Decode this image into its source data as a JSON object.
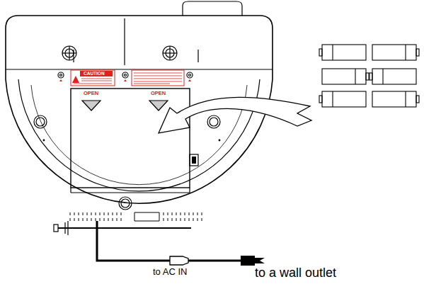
{
  "diagram": {
    "labels": [
      "CAUTION",
      "OPEN",
      "OPEN",
      "to AC IN",
      "to a wall outlet"
    ]
  }
}
